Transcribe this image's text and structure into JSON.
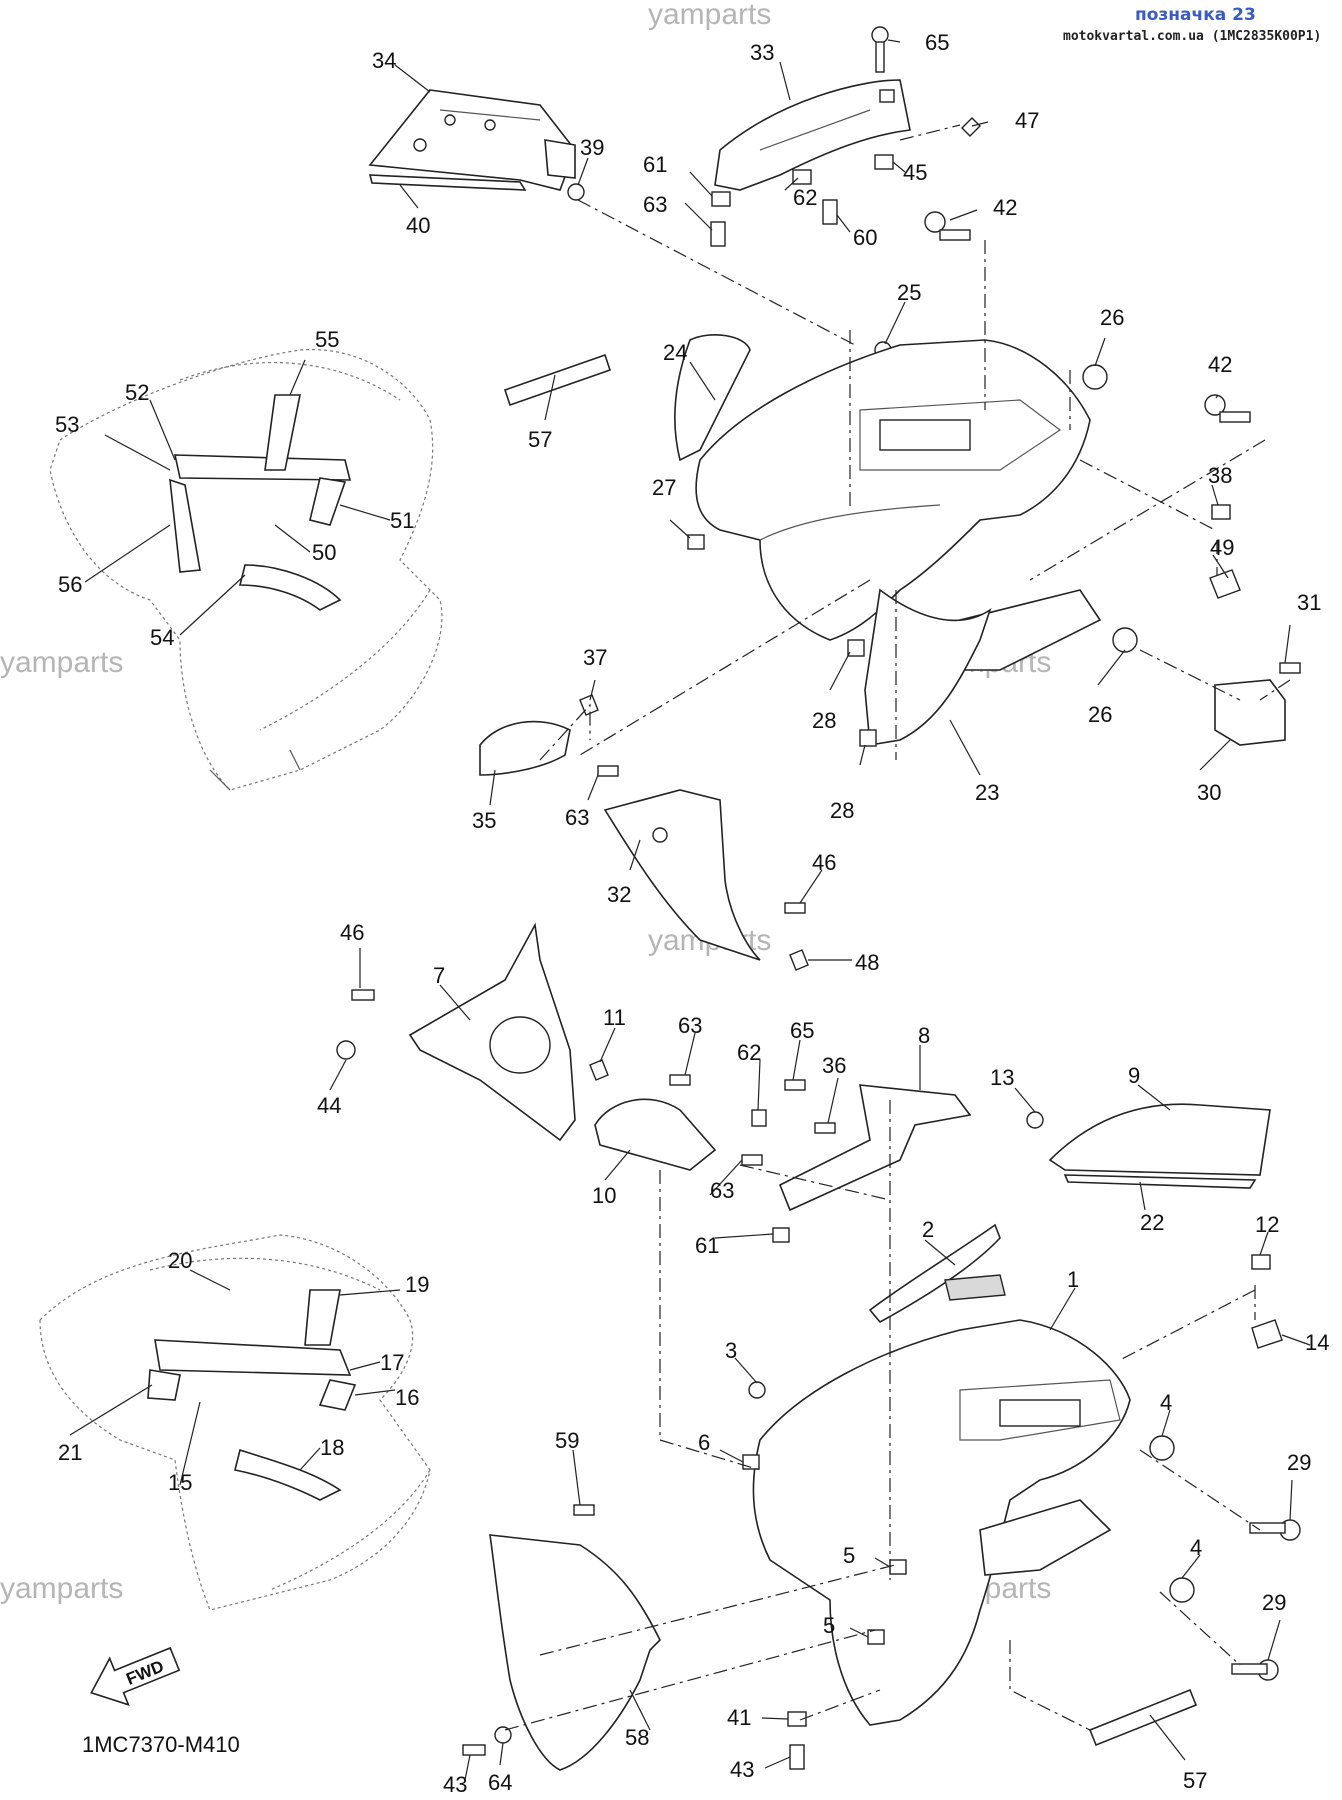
{
  "header": {
    "label": "позначка 23",
    "source": "motokvartal.com.ua (1MC2835K00P1)"
  },
  "watermark": "yamparts",
  "reference_code": "1MC7370-M410",
  "fwd_label": "FWD",
  "callouts": [
    {
      "id": "c1",
      "num": "1"
    },
    {
      "id": "c2",
      "num": "2"
    },
    {
      "id": "c3",
      "num": "3"
    },
    {
      "id": "c4a",
      "num": "4"
    },
    {
      "id": "c4b",
      "num": "4"
    },
    {
      "id": "c5a",
      "num": "5"
    },
    {
      "id": "c5b",
      "num": "5"
    },
    {
      "id": "c6",
      "num": "6"
    },
    {
      "id": "c7",
      "num": "7"
    },
    {
      "id": "c8",
      "num": "8"
    },
    {
      "id": "c9",
      "num": "9"
    },
    {
      "id": "c10",
      "num": "10"
    },
    {
      "id": "c11",
      "num": "11"
    },
    {
      "id": "c12",
      "num": "12"
    },
    {
      "id": "c13",
      "num": "13"
    },
    {
      "id": "c14",
      "num": "14"
    },
    {
      "id": "c15",
      "num": "15"
    },
    {
      "id": "c16",
      "num": "16"
    },
    {
      "id": "c17",
      "num": "17"
    },
    {
      "id": "c18",
      "num": "18"
    },
    {
      "id": "c19",
      "num": "19"
    },
    {
      "id": "c20",
      "num": "20"
    },
    {
      "id": "c21",
      "num": "21"
    },
    {
      "id": "c22",
      "num": "22"
    },
    {
      "id": "c23",
      "num": "23"
    },
    {
      "id": "c24",
      "num": "24"
    },
    {
      "id": "c25",
      "num": "25"
    },
    {
      "id": "c26a",
      "num": "26"
    },
    {
      "id": "c26b",
      "num": "26"
    },
    {
      "id": "c27",
      "num": "27"
    },
    {
      "id": "c28a",
      "num": "28"
    },
    {
      "id": "c28b",
      "num": "28"
    },
    {
      "id": "c29a",
      "num": "29"
    },
    {
      "id": "c29b",
      "num": "29"
    },
    {
      "id": "c30",
      "num": "30"
    },
    {
      "id": "c31",
      "num": "31"
    },
    {
      "id": "c32",
      "num": "32"
    },
    {
      "id": "c33",
      "num": "33"
    },
    {
      "id": "c34",
      "num": "34"
    },
    {
      "id": "c35",
      "num": "35"
    },
    {
      "id": "c36",
      "num": "36"
    },
    {
      "id": "c37",
      "num": "37"
    },
    {
      "id": "c38",
      "num": "38"
    },
    {
      "id": "c39",
      "num": "39"
    },
    {
      "id": "c40",
      "num": "40"
    },
    {
      "id": "c41",
      "num": "41"
    },
    {
      "id": "c42a",
      "num": "42"
    },
    {
      "id": "c42b",
      "num": "42"
    },
    {
      "id": "c43a",
      "num": "43"
    },
    {
      "id": "c43b",
      "num": "43"
    },
    {
      "id": "c44",
      "num": "44"
    },
    {
      "id": "c45",
      "num": "45"
    },
    {
      "id": "c46a",
      "num": "46"
    },
    {
      "id": "c46b",
      "num": "46"
    },
    {
      "id": "c47",
      "num": "47"
    },
    {
      "id": "c48",
      "num": "48"
    },
    {
      "id": "c49",
      "num": "49"
    },
    {
      "id": "c50",
      "num": "50"
    },
    {
      "id": "c51",
      "num": "51"
    },
    {
      "id": "c52",
      "num": "52"
    },
    {
      "id": "c53",
      "num": "53"
    },
    {
      "id": "c54",
      "num": "54"
    },
    {
      "id": "c55",
      "num": "55"
    },
    {
      "id": "c56",
      "num": "56"
    },
    {
      "id": "c57a",
      "num": "57"
    },
    {
      "id": "c57b",
      "num": "57"
    },
    {
      "id": "c58",
      "num": "58"
    },
    {
      "id": "c59",
      "num": "59"
    },
    {
      "id": "c60",
      "num": "60"
    },
    {
      "id": "c61a",
      "num": "61"
    },
    {
      "id": "c61b",
      "num": "61"
    },
    {
      "id": "c62a",
      "num": "62"
    },
    {
      "id": "c62b",
      "num": "62"
    },
    {
      "id": "c63a",
      "num": "63"
    },
    {
      "id": "c63b",
      "num": "63"
    },
    {
      "id": "c63c",
      "num": "63"
    },
    {
      "id": "c63d",
      "num": "63"
    },
    {
      "id": "c64",
      "num": "64"
    },
    {
      "id": "c65a",
      "num": "65"
    },
    {
      "id": "c65b",
      "num": "65"
    }
  ]
}
